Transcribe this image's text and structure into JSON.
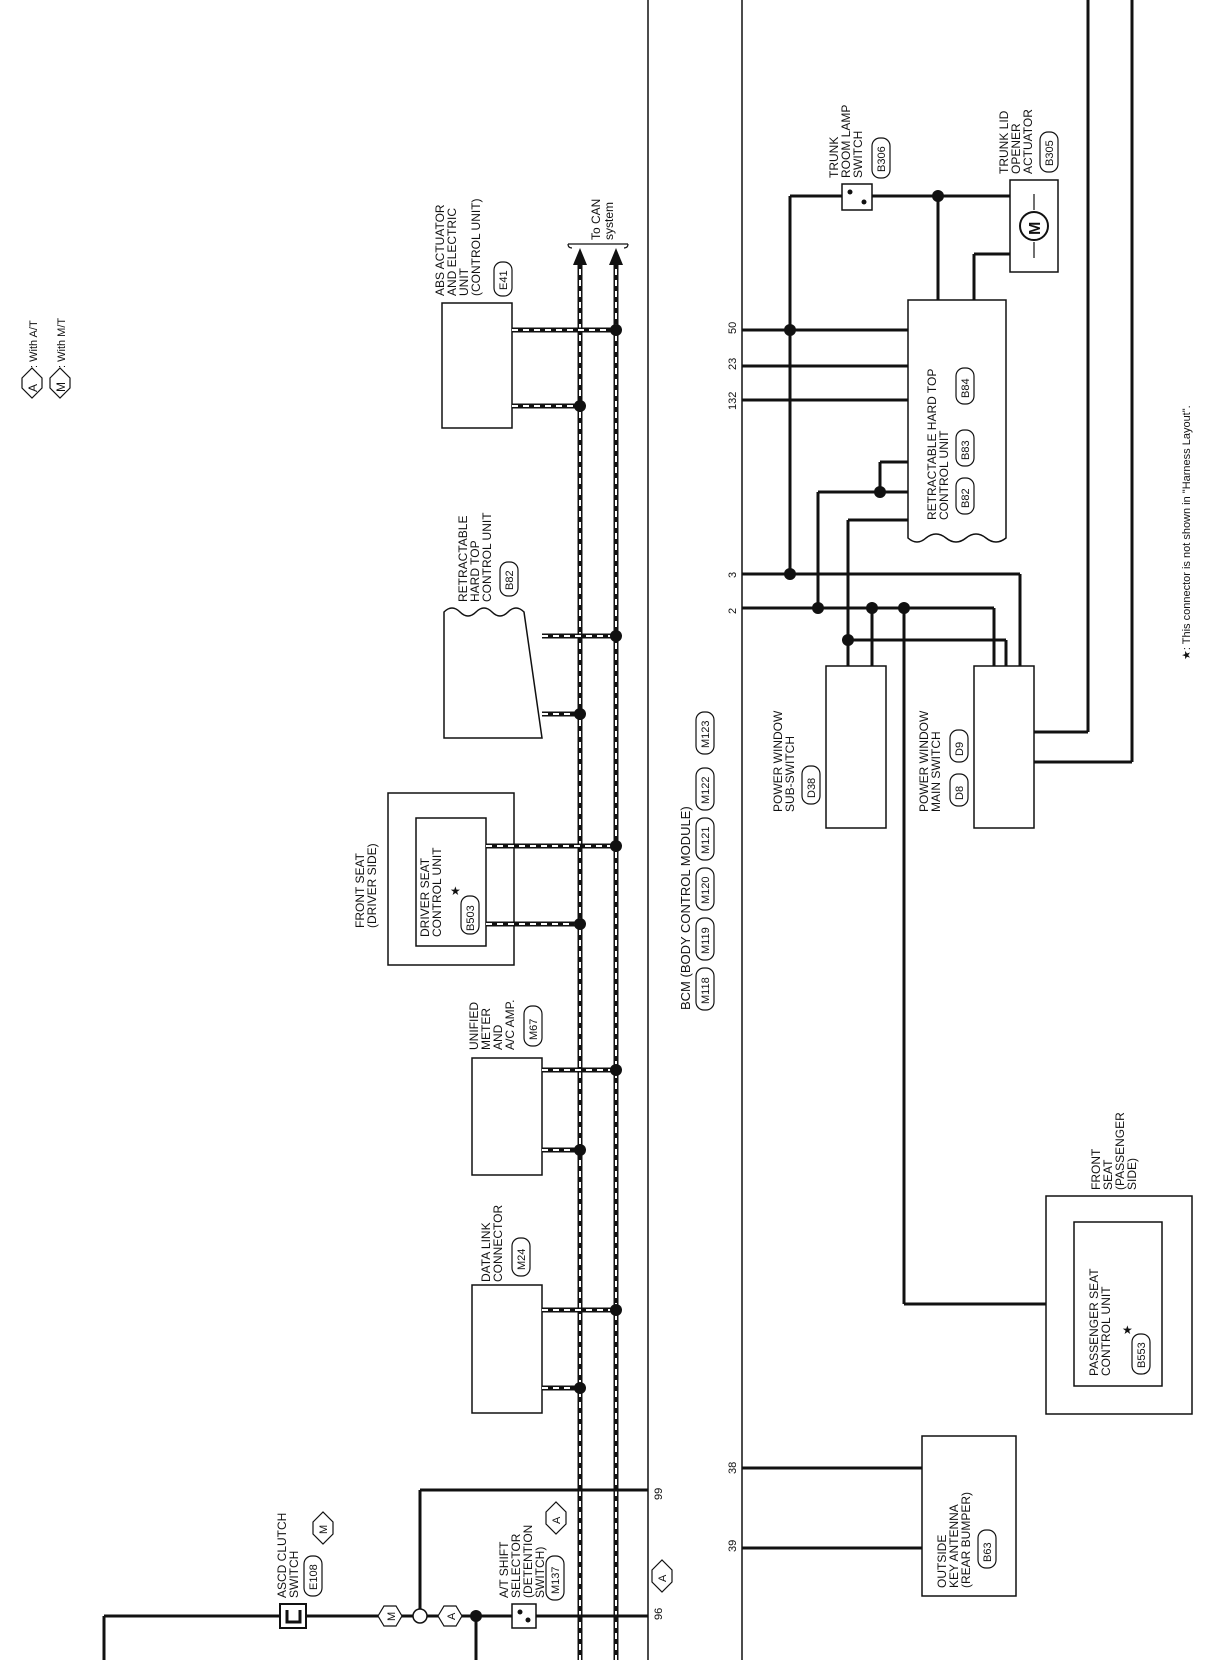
{
  "legend": {
    "at_symbol": "A",
    "at_text": ": With A/T",
    "mt_symbol": "M",
    "mt_text": ": With M/T"
  },
  "footnote": "★: This connector is not shown in \"Harness Layout\".",
  "to_can": {
    "line1": "To CAN",
    "line2": "system"
  },
  "components": {
    "abs": {
      "line1": "ABS ACTUATOR",
      "line2": "AND ELECTRIC",
      "line3": "UNIT",
      "line4": "(CONTROL UNIT)",
      "connector": "E41"
    },
    "rht_left": {
      "line1": "RETRACTABLE",
      "line2": "HARD TOP",
      "line3": "CONTROL UNIT",
      "connector": "B82"
    },
    "front_seat_driver": {
      "line1": "FRONT SEAT",
      "line2": "(DRIVER SIDE)",
      "inner1": "DRIVER SEAT",
      "inner2": "CONTROL UNIT",
      "star": "★",
      "connector": "B503"
    },
    "meter": {
      "line1": "UNIFIED",
      "line2": "METER",
      "line3": "AND",
      "line4": "A/C AMP.",
      "connector": "M67"
    },
    "dlc": {
      "line1": "DATA LINK",
      "line2": "CONNECTOR",
      "connector": "M24"
    },
    "ascd": {
      "line1": "ASCD CLUTCH",
      "line2": "SWITCH",
      "connector": "E108",
      "tag": "M"
    },
    "at_shift": {
      "line1": "A/T SHIFT",
      "line2": "SELECTOR",
      "line3": "(DETENTION",
      "line4": "SWITCH)",
      "connector": "M137",
      "tag": "A"
    },
    "bcm": {
      "title": "BCM (BODY CONTROL MODULE)",
      "connectors": [
        "M118",
        "M119",
        "M120",
        "M121",
        "M122",
        "M123"
      ]
    },
    "trunk_lamp": {
      "line1": "TRUNK",
      "line2": "ROOM LAMP",
      "line3": "SWITCH",
      "connector": "B306"
    },
    "trunk_lid": {
      "line1": "TRUNK LID",
      "line2": "OPENER",
      "line3": "ACTUATOR",
      "connector": "B305",
      "motor": "M"
    },
    "rht_right": {
      "line1": "RETRACTABLE HARD TOP",
      "line2": "CONTROL UNIT",
      "connectors": [
        "B82",
        "B83",
        "B84"
      ]
    },
    "pw_sub": {
      "line1": "POWER WINDOW",
      "line2": "SUB-SWITCH",
      "connector": "D38"
    },
    "pw_main": {
      "line1": "POWER WINDOW",
      "line2": "MAIN SWITCH",
      "connectors": [
        "D8",
        "D9"
      ]
    },
    "front_seat_pass": {
      "line1": "FRONT",
      "line2": "SEAT",
      "line3": "(PASSENGER",
      "line4": "SIDE)",
      "inner1": "PASSENGER SEAT",
      "inner2": "CONTROL UNIT",
      "star": "★",
      "connector": "B553"
    },
    "outside_antenna": {
      "line1": "OUTSIDE",
      "line2": "KEY ANTENNA",
      "line3": "(REAR BUMPER)",
      "connector": "B63"
    }
  },
  "pins": {
    "p50": "50",
    "p23": "23",
    "p132": "132",
    "p3": "3",
    "p2": "2",
    "p38": "38",
    "p39": "39",
    "p99": "99",
    "p96": "96"
  },
  "pin96_tag": "A"
}
